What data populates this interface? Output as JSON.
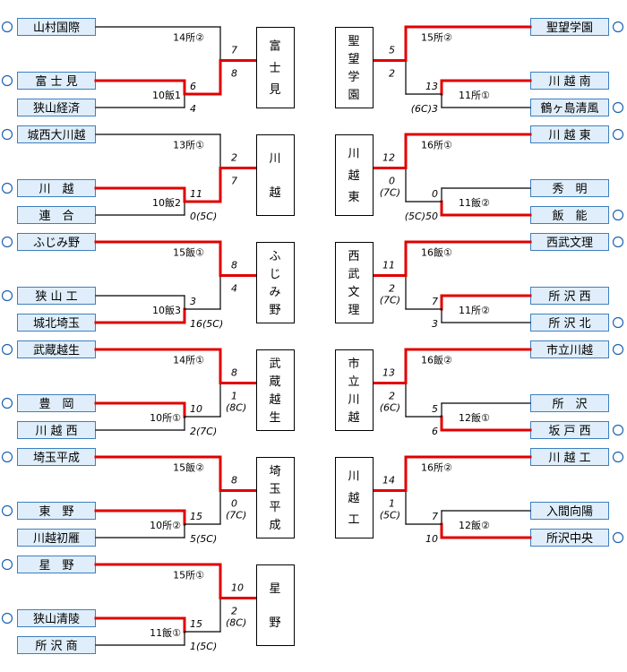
{
  "colors": {
    "winner": "#e00000",
    "line": "#000000",
    "box_fill": "#dfeefa",
    "box_border": "#3f7fbf",
    "circle": "#1f63b0"
  },
  "left_brackets": [
    {
      "seed": "山村国際",
      "upper": "富 士 見",
      "lower": "狭山経済",
      "game1": {
        "label": "10飯1",
        "upper_score": "6",
        "lower_score": "4"
      },
      "game2": {
        "label": "14所②",
        "upper_score": "7",
        "lower_score": "8",
        "lower_note": ""
      },
      "winner": "富士見"
    },
    {
      "seed": "城西大川越",
      "upper": "川　越",
      "lower": "連　合",
      "game1": {
        "label": "10飯2",
        "upper_score": "11",
        "lower_score": "0(5C)"
      },
      "game2": {
        "label": "13所①",
        "upper_score": "2",
        "lower_score": "7",
        "lower_note": ""
      },
      "winner": "川越"
    },
    {
      "seed": "ふじみ野",
      "upper": "狭 山 工",
      "lower": "城北埼玉",
      "game1": {
        "label": "10飯3",
        "upper_score": "3",
        "lower_score": "16(5C)"
      },
      "game2": {
        "label": "15飯①",
        "upper_score": "8",
        "lower_score": "4",
        "lower_note": ""
      },
      "winner": "ふじみ野"
    },
    {
      "seed": "武蔵越生",
      "upper": "豊　岡",
      "lower": "川 越 西",
      "game1": {
        "label": "10所①",
        "upper_score": "10",
        "lower_score": "2(7C)"
      },
      "game2": {
        "label": "14所①",
        "upper_score": "8",
        "lower_score": "1",
        "lower_note": "(8C)"
      },
      "winner": "武蔵越生"
    },
    {
      "seed": "埼玉平成",
      "upper": "東　野",
      "lower": "川越初雁",
      "game1": {
        "label": "10所②",
        "upper_score": "15",
        "lower_score": "5(5C)"
      },
      "game2": {
        "label": "15飯②",
        "upper_score": "8",
        "lower_score": "0",
        "lower_note": "(7C)"
      },
      "winner": "埼玉平成"
    },
    {
      "seed": "星　野",
      "upper": "狭山清陵",
      "lower": "所 沢 商",
      "game1": {
        "label": "11飯①",
        "upper_score": "15",
        "lower_score": "1(5C)"
      },
      "game2": {
        "label": "15所①",
        "upper_score": "10",
        "lower_score": "2",
        "lower_note": "(8C)"
      },
      "winner": "星野"
    }
  ],
  "right_brackets": [
    {
      "seed": "聖望学園",
      "upper": "川 越 南",
      "lower": "鶴ヶ島清風",
      "game1": {
        "label": "11所①",
        "upper_score": "13",
        "lower_score": "(6C)3"
      },
      "game2": {
        "label": "15所②",
        "upper_score": "5",
        "lower_score": "2",
        "lower_note": ""
      },
      "winner": "聖望学園"
    },
    {
      "seed": "川 越 東",
      "upper": "秀　明",
      "lower": "飯　能",
      "game1": {
        "label": "11飯②",
        "upper_score": "0",
        "lower_score": "(5C)50"
      },
      "game2": {
        "label": "16所①",
        "upper_score": "12",
        "lower_score": "0",
        "lower_note": "(7C)"
      },
      "winner": "川越東"
    },
    {
      "seed": "西武文理",
      "upper": "所 沢 西",
      "lower": "所 沢 北",
      "game1": {
        "label": "11所②",
        "upper_score": "7",
        "lower_score": "3"
      },
      "game2": {
        "label": "16飯①",
        "upper_score": "11",
        "lower_score": "2",
        "lower_note": "(7C)"
      },
      "winner": "西武文理"
    },
    {
      "seed": "市立川越",
      "upper": "所　沢",
      "lower": "坂 戸 西",
      "game1": {
        "label": "12飯①",
        "upper_score": "5",
        "lower_score": "6"
      },
      "game2": {
        "label": "16飯②",
        "upper_score": "13",
        "lower_score": "2",
        "lower_note": "(6C)"
      },
      "winner": "市立川越"
    },
    {
      "seed": "川 越 工",
      "upper": "入間向陽",
      "lower": "所沢中央",
      "game1": {
        "label": "12飯②",
        "upper_score": "7",
        "lower_score": "10"
      },
      "game2": {
        "label": "16所②",
        "upper_score": "14",
        "lower_score": "1",
        "lower_note": "(5C)"
      },
      "winner": "川越工"
    }
  ]
}
